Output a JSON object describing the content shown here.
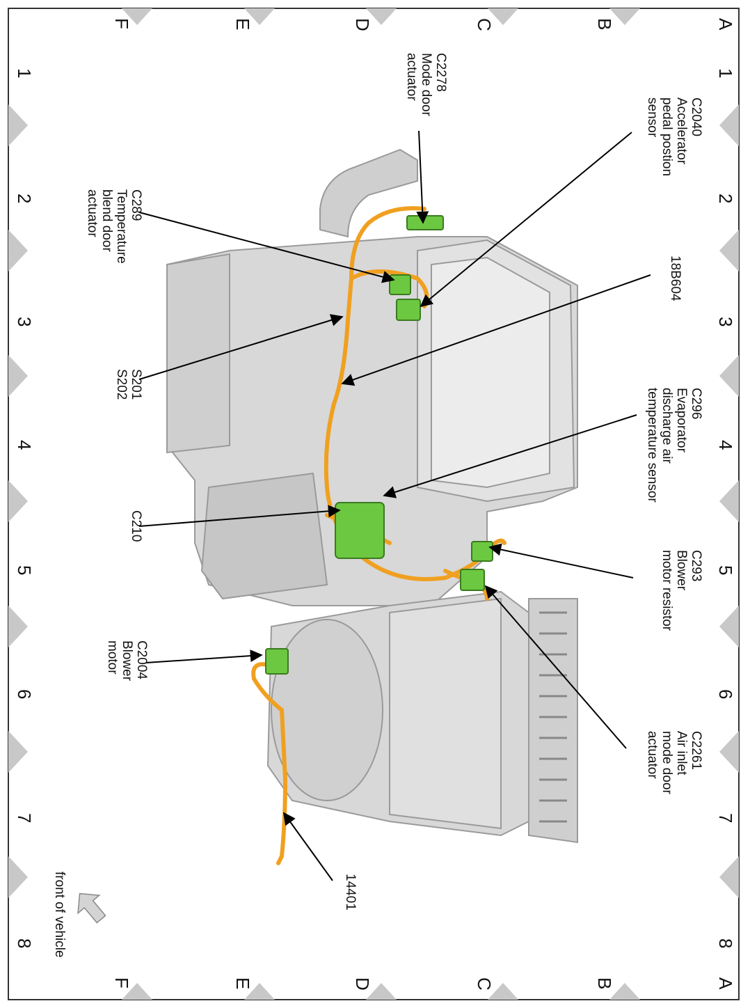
{
  "grid": {
    "rows": [
      "A",
      "B",
      "C",
      "D",
      "E",
      "F"
    ],
    "cols": [
      "1",
      "2",
      "3",
      "4",
      "5",
      "6",
      "7",
      "8"
    ]
  },
  "callouts": [
    {
      "id": "c2278",
      "lines": [
        "C2278",
        "Mode door",
        "actuator"
      ]
    },
    {
      "id": "c2040",
      "lines": [
        "C2040",
        "Accelerator",
        "pedal postion",
        "sensor"
      ]
    },
    {
      "id": "c289",
      "lines": [
        "C289",
        "Temperature",
        "blend door",
        "actuator"
      ]
    },
    {
      "id": "18b604",
      "lines": [
        "18B604"
      ]
    },
    {
      "id": "s201",
      "lines": [
        "S201",
        "S202"
      ]
    },
    {
      "id": "c296",
      "lines": [
        "C296",
        "Evaporator",
        "discharge air",
        "temperature sensor"
      ]
    },
    {
      "id": "c210",
      "lines": [
        "C210"
      ]
    },
    {
      "id": "c293",
      "lines": [
        "C293",
        "Blower",
        "motor resistor"
      ]
    },
    {
      "id": "c2004",
      "lines": [
        "C2004",
        "Blower",
        "motor"
      ]
    },
    {
      "id": "c2261",
      "lines": [
        "C2261",
        "Air inlet",
        "mode door",
        "actuator"
      ]
    },
    {
      "id": "14401",
      "lines": [
        "14401"
      ]
    }
  ],
  "front_label": "front of vehicle",
  "colors": {
    "harness": "#f0a020",
    "connector": "#6cc840",
    "housing": "#d4d4d4",
    "marker": "#c8c8c8"
  }
}
